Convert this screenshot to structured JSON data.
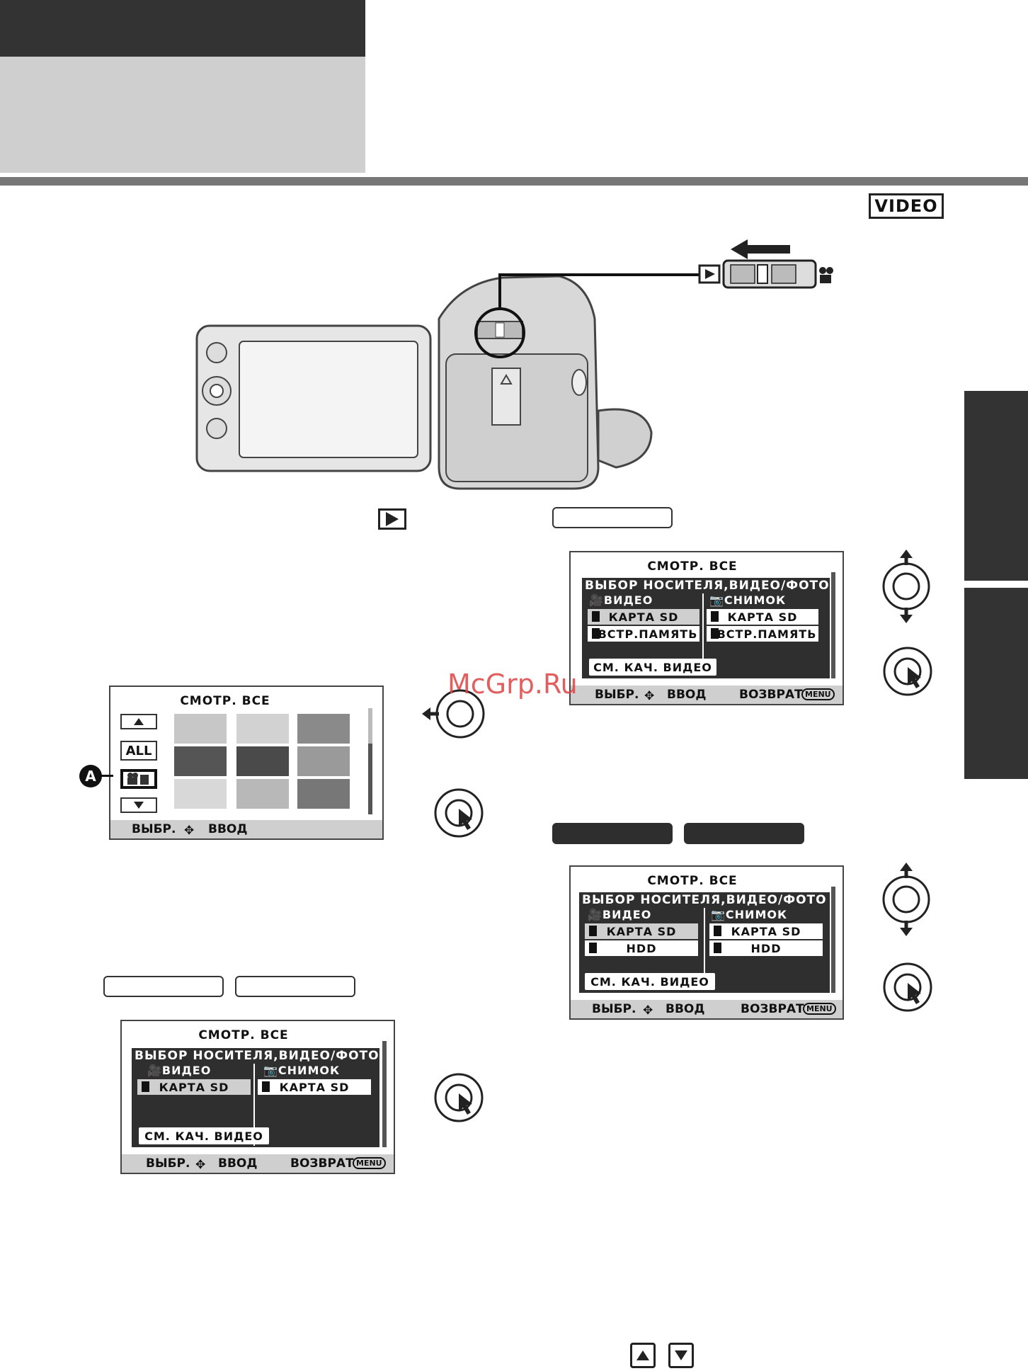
{
  "badge": {
    "mode": "VIDEO"
  },
  "watermark": "McGrp.Ru",
  "callout": {
    "a": "A"
  },
  "screens": {
    "thumbs": {
      "title": "СМОТР. ВСЕ",
      "all_label": "ALL",
      "bottom": {
        "select": "ВЫБР.",
        "enter": "ВВОД"
      }
    },
    "media_sd": {
      "title": "СМОТР. ВСЕ",
      "header": "ВЫБОР НОСИТЕЛЯ,ВИДЕО/ФОТО",
      "video_label": "ВИДЕО",
      "photo_label": "СНИМОК",
      "video_options": [
        "КАРТА SD"
      ],
      "photo_options": [
        "КАРТА SD"
      ],
      "quality_button": "СМ. КАЧ. ВИДЕО",
      "bottom": {
        "select": "ВЫБР.",
        "enter": "ВВОД",
        "back": "ВОЗВРАТ",
        "menu": "MENU"
      }
    },
    "media_internal": {
      "title": "СМОТР. ВСЕ",
      "header": "ВЫБОР НОСИТЕЛЯ,ВИДЕО/ФОТО",
      "video_label": "ВИДЕО",
      "photo_label": "СНИМОК",
      "video_options": [
        "КАРТА SD",
        "ВСТР.ПАМЯТЬ"
      ],
      "photo_options": [
        "КАРТА SD",
        "ВСТР.ПАМЯТЬ"
      ],
      "quality_button": "СМ. КАЧ. ВИДЕО",
      "bottom": {
        "select": "ВЫБР.",
        "enter": "ВВОД",
        "back": "ВОЗВРАТ",
        "menu": "MENU"
      }
    },
    "media_hdd": {
      "title": "СМОТР. ВСЕ",
      "header": "ВЫБОР НОСИТЕЛЯ,ВИДЕО/ФОТО",
      "video_label": "ВИДЕО",
      "photo_label": "СНИМОК",
      "video_options": [
        "КАРТА SD",
        "HDD"
      ],
      "photo_options": [
        "КАРТА SD",
        "HDD"
      ],
      "quality_button": "СМ. КАЧ. ВИДЕО",
      "bottom": {
        "select": "ВЫБР.",
        "enter": "ВВОД",
        "back": "ВОЗВРАТ",
        "menu": "MENU"
      }
    }
  }
}
